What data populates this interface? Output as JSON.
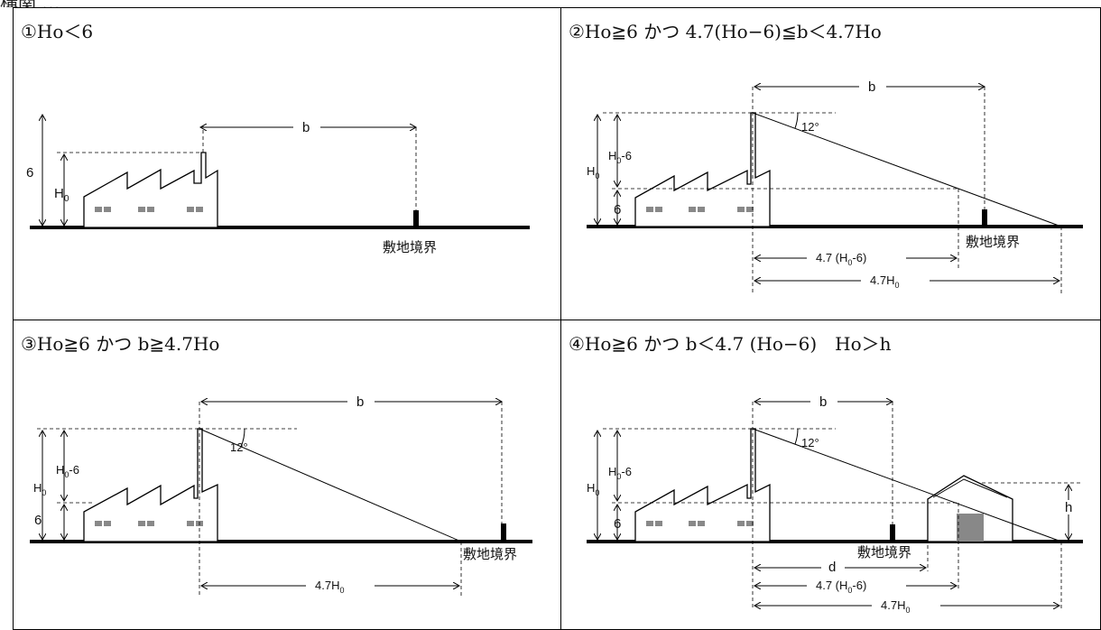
{
  "header_cut": "構関 …",
  "panels": [
    {
      "title": "①Ho＜6"
    },
    {
      "title": "②Ho≧6 かつ 4.7(Ho−6)≦b＜4.7Ho"
    },
    {
      "title": "③Ho≧6 かつ b≧4.7Ho"
    },
    {
      "title": "④Ho≧6 かつ b＜4.7 (Ho−6)　Ho＞h"
    }
  ],
  "labels": {
    "b": "b",
    "six": "6",
    "h0_main": "H",
    "h0_sub": "0",
    "h0_minus6_pre": "H",
    "h0_minus6_sub": "0",
    "h0_minus6_post": "-6",
    "angle": "12°",
    "boundary": "敷地境界",
    "d": "d",
    "h": "h",
    "len_4_7_h0_minus6_pre": "4.7 (H",
    "len_4_7_h0_minus6_post": "-6)",
    "len_4_7_h0_pre": "4.7H"
  }
}
